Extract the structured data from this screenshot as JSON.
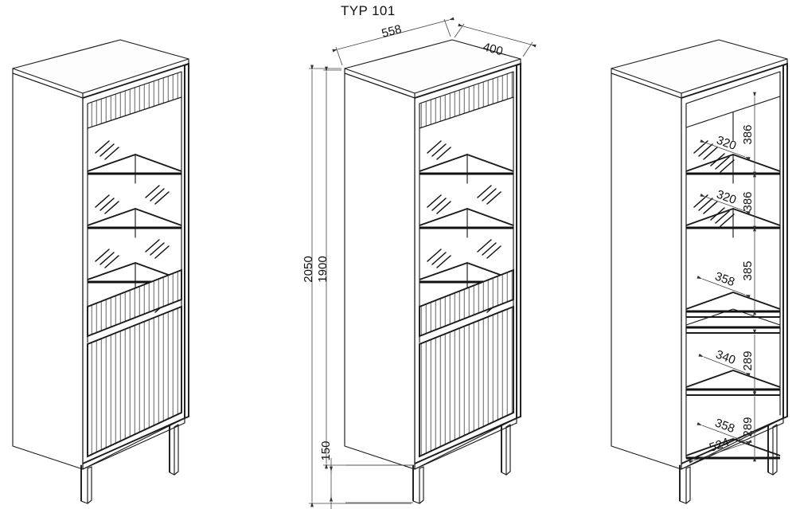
{
  "title": {
    "label": "TYP 101"
  },
  "views": [
    {
      "id": "left-view",
      "name": "closed-cabinet-front-left-isometric"
    },
    {
      "id": "center-view",
      "name": "dimensioned-cabinet-isometric"
    },
    {
      "id": "right-view",
      "name": "interior-shelf-depth-isometric"
    }
  ],
  "dimensions": {
    "width": "558",
    "depth": "400",
    "total_height": "2050",
    "body_height": "1900",
    "leg_height": "150",
    "shelf_gap_1": "386",
    "shelf_gap_2": "386",
    "shelf_gap_3": "385",
    "shelf_gap_4": "289",
    "shelf_gap_5": "289",
    "shelf_depth_1": "320",
    "shelf_depth_2": "320",
    "shelf_depth_3": "358",
    "shelf_depth_4": "340",
    "shelf_depth_5": "358",
    "inner_width": "524"
  },
  "units": "mm",
  "colors": {
    "line": "#1a1a1a",
    "dimension": "#444444",
    "background": "#ffffff"
  }
}
